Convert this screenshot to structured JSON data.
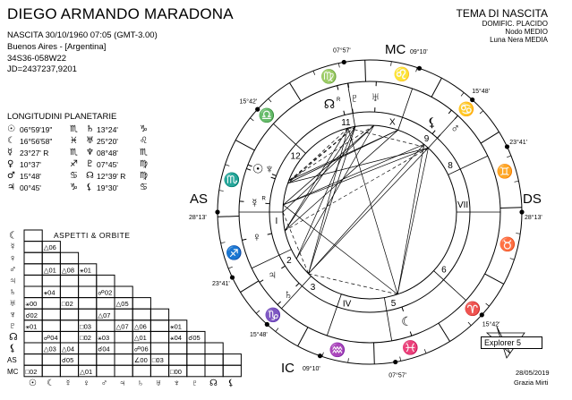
{
  "header": {
    "title": "DIEGO ARMANDO MARADONA",
    "birth": "NASCITA 30/10/1960 07:05 (GMT-3.00)",
    "place": "Buenos Aires -  [Argentina]",
    "coords": "34S36-058W22",
    "jd": "JD=2437237,9201"
  },
  "chart_info": {
    "title": "TEMA DI NASCITA",
    "house_system": "DOMIFIC. PLACIDO",
    "node": "Nodo MEDIO",
    "lilith": "Luna Nera MEDIA"
  },
  "longitudes": {
    "title": "LONGITUDINI PLANETARIE",
    "rows": [
      [
        {
          "glyph": "☉",
          "value": "06°59'19\"",
          "sign": "♏"
        },
        {
          "glyph": "♄",
          "value": "13°24'",
          "sign": "♑"
        }
      ],
      [
        {
          "glyph": "☾",
          "value": "16°56'58\"",
          "sign": "♓"
        },
        {
          "glyph": "♅",
          "value": "25°20'",
          "sign": "♌"
        }
      ],
      [
        {
          "glyph": "☿",
          "value": "23°27' R",
          "sign": "♏"
        },
        {
          "glyph": "♆",
          "value": "08°48'",
          "sign": "♏"
        }
      ],
      [
        {
          "glyph": "♀",
          "value": "10°37'",
          "sign": "♐"
        },
        {
          "glyph": "♇",
          "value": "07°45'",
          "sign": "♍"
        }
      ],
      [
        {
          "glyph": "♂",
          "value": "15°48'",
          "sign": "♋"
        },
        {
          "glyph": "☊",
          "value": "12°39' R",
          "sign": "♍"
        }
      ],
      [
        {
          "glyph": "♃",
          "value": "00°45'",
          "sign": "♑"
        },
        {
          "glyph": "⚸",
          "value": "19°30'",
          "sign": "♋"
        }
      ]
    ]
  },
  "aspects": {
    "title": "ASPETTI & ORBITE",
    "columns": [
      "☉",
      "☾",
      "☿",
      "♀",
      "♂",
      "♃",
      "♄",
      "♅",
      "♆",
      "♇",
      "☊",
      "⚸"
    ],
    "rows": [
      {
        "label": "☾",
        "cells": [
          ""
        ]
      },
      {
        "label": "☿",
        "cells": [
          "",
          "△06"
        ]
      },
      {
        "label": "♀",
        "cells": [
          "",
          "",
          ""
        ]
      },
      {
        "label": "♂",
        "cells": [
          "",
          "△01",
          "△08",
          "⚹01"
        ]
      },
      {
        "label": "♃",
        "cells": [
          "",
          "",
          "",
          "",
          ""
        ]
      },
      {
        "label": "♄",
        "cells": [
          "",
          "⚹04",
          "",
          "",
          "☍02",
          ""
        ]
      },
      {
        "label": "♅",
        "cells": [
          "⚹00",
          "",
          "□02",
          "",
          "",
          "△05",
          ""
        ]
      },
      {
        "label": "♆",
        "cells": [
          "☌02",
          "",
          "",
          "",
          "△07",
          "",
          "",
          ""
        ]
      },
      {
        "label": "♇",
        "cells": [
          "⚹01",
          "",
          "",
          "□03",
          "",
          "△07",
          "△06",
          "",
          "⚹01"
        ]
      },
      {
        "label": "☊",
        "cells": [
          "",
          "☍04",
          "",
          "□02",
          "⚹03",
          "",
          "△01",
          "",
          "⚹04",
          "☌05"
        ]
      },
      {
        "label": "⚸",
        "cells": [
          "",
          "△03",
          "△04",
          "",
          "☌04",
          "",
          "☍06",
          "",
          "",
          "",
          ""
        ]
      },
      {
        "label": "AS",
        "cells": [
          "",
          "",
          "☌05",
          "",
          "",
          "",
          "∠00",
          "□03",
          "",
          "",
          "",
          ""
        ]
      },
      {
        "label": "MC",
        "cells": [
          "□02",
          "",
          "",
          "△01",
          "",
          "",
          "",
          "",
          "□00",
          "",
          "",
          ""
        ]
      }
    ]
  },
  "wheel": {
    "angles": {
      "AS": "AS",
      "DS": "DS",
      "MC": "MC",
      "IC": "IC"
    },
    "signs": [
      "♈",
      "♉",
      "♊",
      "♋",
      "♌",
      "♍",
      "♎",
      "♏",
      "♐",
      "♑",
      "♒",
      "♓"
    ],
    "house_cusps": [
      {
        "house": "I",
        "lon": 238.22,
        "label": "28°13'"
      },
      {
        "house": "2",
        "lon": 263.68,
        "label": "23°41'"
      },
      {
        "house": "3",
        "lon": 285.8,
        "label": "15°48'"
      },
      {
        "house": "IV",
        "lon": 309.17,
        "label": "09°10'"
      },
      {
        "house": "5",
        "lon": 337.95,
        "label": "07°57'"
      },
      {
        "house": "6",
        "lon": 15.7,
        "label": "15°42'"
      },
      {
        "house": "VII",
        "lon": 58.22,
        "label": "28°13'"
      },
      {
        "house": "8",
        "lon": 83.68,
        "label": "23°41'"
      },
      {
        "house": "9",
        "lon": 105.8,
        "label": "15°48'"
      },
      {
        "house": "X",
        "lon": 129.17,
        "label": "09°10'"
      },
      {
        "house": "11",
        "lon": 157.95,
        "label": "07°57'"
      },
      {
        "house": "12",
        "lon": 195.7,
        "label": "15°42'"
      }
    ],
    "planets": [
      {
        "key": "☉",
        "name": "sun",
        "lon": 216.99
      },
      {
        "key": "☾",
        "name": "moon",
        "lon": 346.95
      },
      {
        "key": "☿",
        "name": "mercury",
        "lon": 233.45,
        "retro": "R"
      },
      {
        "key": "♀",
        "name": "venus",
        "lon": 250.62
      },
      {
        "key": "♂",
        "name": "mars",
        "lon": 105.8
      },
      {
        "key": "♃",
        "name": "jupiter",
        "lon": 270.75
      },
      {
        "key": "♄",
        "name": "saturn",
        "lon": 283.4
      },
      {
        "key": "♅",
        "name": "uranus",
        "lon": 145.33
      },
      {
        "key": "♆",
        "name": "neptune",
        "lon": 218.8
      },
      {
        "key": "♇",
        "name": "pluto",
        "lon": 157.75
      },
      {
        "key": "☊",
        "name": "node",
        "lon": 162.65,
        "retro": "R"
      },
      {
        "key": "⚸",
        "name": "lilith",
        "lon": 109.5
      }
    ]
  },
  "footer": {
    "software": "Explorer 5",
    "date": "28/05/2019",
    "author": "Grazia Mirti"
  },
  "colors": {
    "ink": "#000000",
    "background": "#ffffff"
  }
}
